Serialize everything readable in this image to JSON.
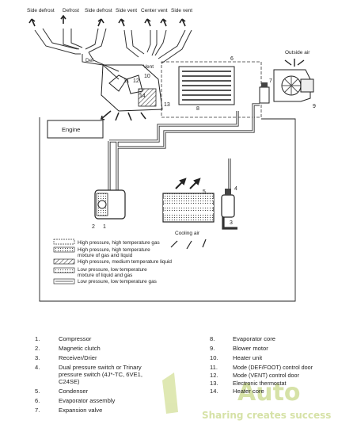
{
  "vents": [
    "Side defrost",
    "Defrost",
    "Side defrost",
    "Side vent",
    "Center vent",
    "Side vent"
  ],
  "labels": {
    "def": "Def",
    "vent": "Vent",
    "outside_air": "Outside air",
    "engine": "Engine",
    "cooling_air": "Cooling air"
  },
  "callouts": [
    "1",
    "2",
    "3",
    "4",
    "5",
    "6",
    "7",
    "8",
    "9",
    "10",
    "11",
    "12",
    "13",
    "14"
  ],
  "legend": [
    "High pressure, high temperature gas",
    "High pressure, high temperature",
    "mixture of gas and liquid",
    "High pressure, medium temperature liquid",
    "Low pressure, low temperature",
    "mixture of liquid and gas",
    "Low pressure, low temperature gas"
  ],
  "parts": [
    {
      "n": "1.",
      "t": "Compressor"
    },
    {
      "n": "2.",
      "t": "Magnetic clutch"
    },
    {
      "n": "3.",
      "t": "Receiver/Drier"
    },
    {
      "n": "4.",
      "t": "Dual pressure switch or Trinary pressure switch (4J*-TC, 6VE1, C24SE)"
    },
    {
      "n": "5.",
      "t": "Condenser"
    },
    {
      "n": "6.",
      "t": "Evaporator assembly"
    },
    {
      "n": "7.",
      "t": "Expansion valve"
    },
    {
      "n": "8.",
      "t": "Evaporator core"
    },
    {
      "n": "9.",
      "t": "Blower motor"
    },
    {
      "n": "10.",
      "t": "Heater unit"
    },
    {
      "n": "11.",
      "t": "Mode (DEF/FOOT) control door"
    },
    {
      "n": "12.",
      "t": "Mode (VENT) control door"
    },
    {
      "n": "13.",
      "t": "Electronic thermostat"
    },
    {
      "n": "14.",
      "t": "Heater core"
    }
  ],
  "watermark": {
    "brand": "Auto",
    "tagline": "Sharing creates success",
    "color": "#c9d98a"
  }
}
